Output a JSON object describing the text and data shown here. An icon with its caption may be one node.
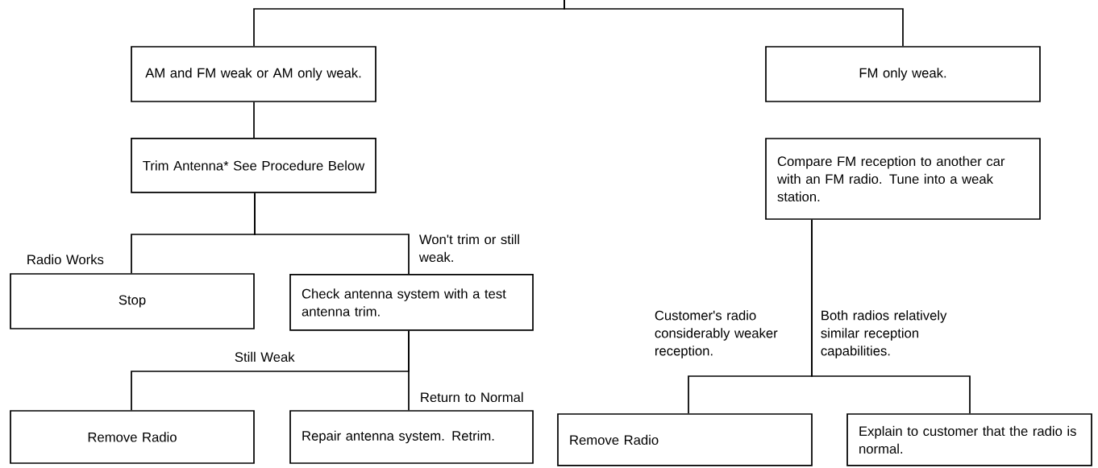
{
  "diagram": {
    "nodes": [
      {
        "text": [
          "AM and FM weak or AM only weak."
        ]
      },
      {
        "text": [
          "FM only weak."
        ]
      },
      {
        "text": [
          "Trim Antenna* See Procedure Below"
        ]
      },
      {
        "text": [
          "Compare FM reception to another car with an FM radio. Tune into a weak station."
        ]
      },
      {
        "text": [
          "Stop"
        ]
      },
      {
        "text": [
          "Check antenna system with a test antenna trim."
        ]
      },
      {
        "text": [
          "Remove Radio"
        ]
      },
      {
        "text": [
          "Repair antenna system. Retrim."
        ]
      },
      {
        "text": [
          "Remove Radio"
        ]
      },
      {
        "text": [
          "Explain to customer that the radio is normal."
        ]
      }
    ],
    "edges": [
      {
        "from": null,
        "to": 0,
        "arrow": "none"
      },
      {
        "from": null,
        "to": 1,
        "arrow": "none"
      },
      {
        "from": 0,
        "to": 2,
        "arrow": "none"
      },
      {
        "from": 2,
        "to": 4,
        "arrow": "none",
        "label": "Radio Works"
      },
      {
        "from": 2,
        "to": 5,
        "arrow": "none",
        "label": "Won't trim or still weak."
      },
      {
        "from": 5,
        "to": 6,
        "arrow": "none",
        "label": "Still Weak"
      },
      {
        "from": 5,
        "to": 7,
        "arrow": "none",
        "label": "Return to Normal"
      },
      {
        "from": 3,
        "to": 8,
        "arrow": "none",
        "label": "Customer's radio considerably weaker reception."
      },
      {
        "from": 3,
        "to": 9,
        "arrow": "none",
        "label": "Both radios relatively similar reception capabilities."
      }
    ]
  }
}
